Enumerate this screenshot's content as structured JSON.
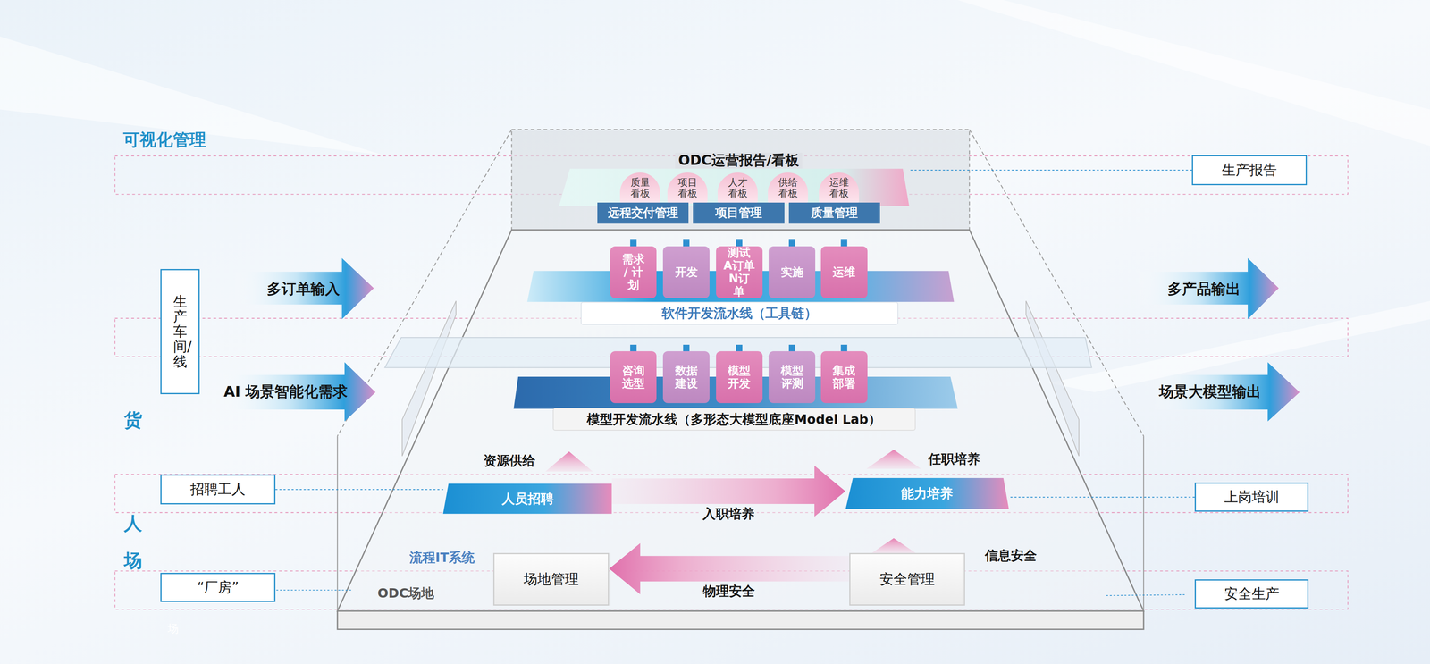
{
  "diagram": {
    "nodes": [
      {
        "text": [
          "ODC运营报告/看板"
        ]
      },
      {
        "text": [
          "质量看板"
        ],
        "in": 0
      },
      {
        "text": [
          "项目看板"
        ],
        "in": 0
      },
      {
        "text": [
          "人才看板"
        ],
        "in": 0
      },
      {
        "text": [
          "供给看板"
        ],
        "in": 0
      },
      {
        "text": [
          "运维看板"
        ],
        "in": 0
      },
      {
        "text": [
          "远程交付管理"
        ],
        "in": 0
      },
      {
        "text": [
          "项目管理"
        ],
        "in": 0
      },
      {
        "text": [
          "质量管理"
        ],
        "in": 0
      },
      {
        "text": [
          "生产报告"
        ]
      },
      {
        "text": [
          "生产车间/线"
        ]
      },
      {
        "text": [
          "多订单输入"
        ]
      },
      {
        "text": [
          "软件开发流水线（工具链）"
        ]
      },
      {
        "text": [
          "需求 / 计划"
        ],
        "in": 12
      },
      {
        "text": [
          "开发"
        ],
        "in": 12
      },
      {
        "text": [
          "测试 A订单 N订单"
        ],
        "in": 12
      },
      {
        "text": [
          "实施"
        ],
        "in": 12
      },
      {
        "text": [
          "运维"
        ],
        "in": 12
      },
      {
        "text": [
          "多产品输出"
        ]
      },
      {
        "text": [
          "AI 场景智能化需求"
        ]
      },
      {
        "text": [
          "模型开发流水线（多形态大模型底座Model Lab）"
        ]
      },
      {
        "text": [
          "咨询选型"
        ],
        "in": 20
      },
      {
        "text": [
          "数据建设"
        ],
        "in": 20
      },
      {
        "text": [
          "模型开发"
        ],
        "in": 20
      },
      {
        "text": [
          "模型评测"
        ],
        "in": 20
      },
      {
        "text": [
          "集成部署"
        ],
        "in": 20
      },
      {
        "text": [
          "场景大模型输出"
        ]
      },
      {
        "text": [
          "招聘工人"
        ]
      },
      {
        "text": [
          "人员招聘"
        ]
      },
      {
        "text": [
          "能力培养"
        ]
      },
      {
        "text": [
          "上岗培训"
        ]
      },
      {
        "text": [
          "“厂房”"
        ]
      },
      {
        "text": [
          "场地管理"
        ]
      },
      {
        "text": [
          "安全管理"
        ]
      },
      {
        "text": [
          "安全生产"
        ]
      }
    ],
    "edges": [
      {
        "from": 9,
        "to": 0,
        "arrow": "none"
      },
      {
        "from": 27,
        "to": 28,
        "arrow": "none"
      },
      {
        "from": 28,
        "to": 29,
        "arrow": "to",
        "label": "入职培养"
      },
      {
        "from": 30,
        "to": 29,
        "arrow": "none"
      },
      {
        "from": 33,
        "to": 32,
        "arrow": "to",
        "label": "物理安全"
      }
    ],
    "labels": [
      "可视化管理",
      "货",
      "人",
      "场",
      "场",
      "资源供给",
      "任职培养",
      "流程IT系统",
      "ODC场地",
      "信息安全"
    ]
  }
}
